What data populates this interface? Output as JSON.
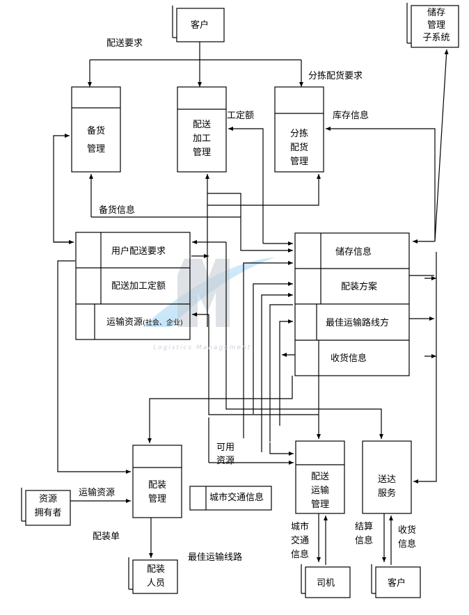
{
  "entities": {
    "customer_top": "客户",
    "storage_subsystem": [
      "储存",
      "管理",
      "子系统"
    ],
    "resource_owner": [
      "资源",
      "拥有者"
    ],
    "loading_staff": [
      "配装",
      "人员"
    ],
    "driver": "司机",
    "customer_bottom": "客户"
  },
  "processes": {
    "stock_prep": [
      "备货",
      "管理"
    ],
    "processing": [
      "配送",
      "加工",
      "管理"
    ],
    "sorting": [
      "分拣",
      "配货",
      "管理"
    ],
    "loading": [
      "配装",
      "管理"
    ],
    "transport": [
      "配送",
      "运输",
      "管理"
    ],
    "delivery": [
      "送达",
      "服务"
    ]
  },
  "stores": {
    "left": {
      "row1": "用户配送要求",
      "row2": "配送加工定额",
      "row3_main": "运输资源",
      "row3_small": "(社会、企业)"
    },
    "right": {
      "row1": "储存信息",
      "row2": "配装方案",
      "row3": "最佳运输路线方",
      "row4": "收货信息"
    },
    "city_traffic": "城市交通信息"
  },
  "flows": {
    "delivery_request": "配送要求",
    "sorting_request": "分拣配货要求",
    "processing_quota": "工定额",
    "inventory_info": "库存信息",
    "stock_info": "备货信息",
    "available": "可用",
    "resources": "资源",
    "transport_resources": "运输资源",
    "loading_sheet": "配装单",
    "best_route": "最佳运输线路",
    "city": "城市",
    "traffic": "交通",
    "info": "信息",
    "settlement": "结算",
    "settlement_info": "信息",
    "receipt": "收货",
    "receipt_info": "信息"
  },
  "watermark": "Logistics Management"
}
